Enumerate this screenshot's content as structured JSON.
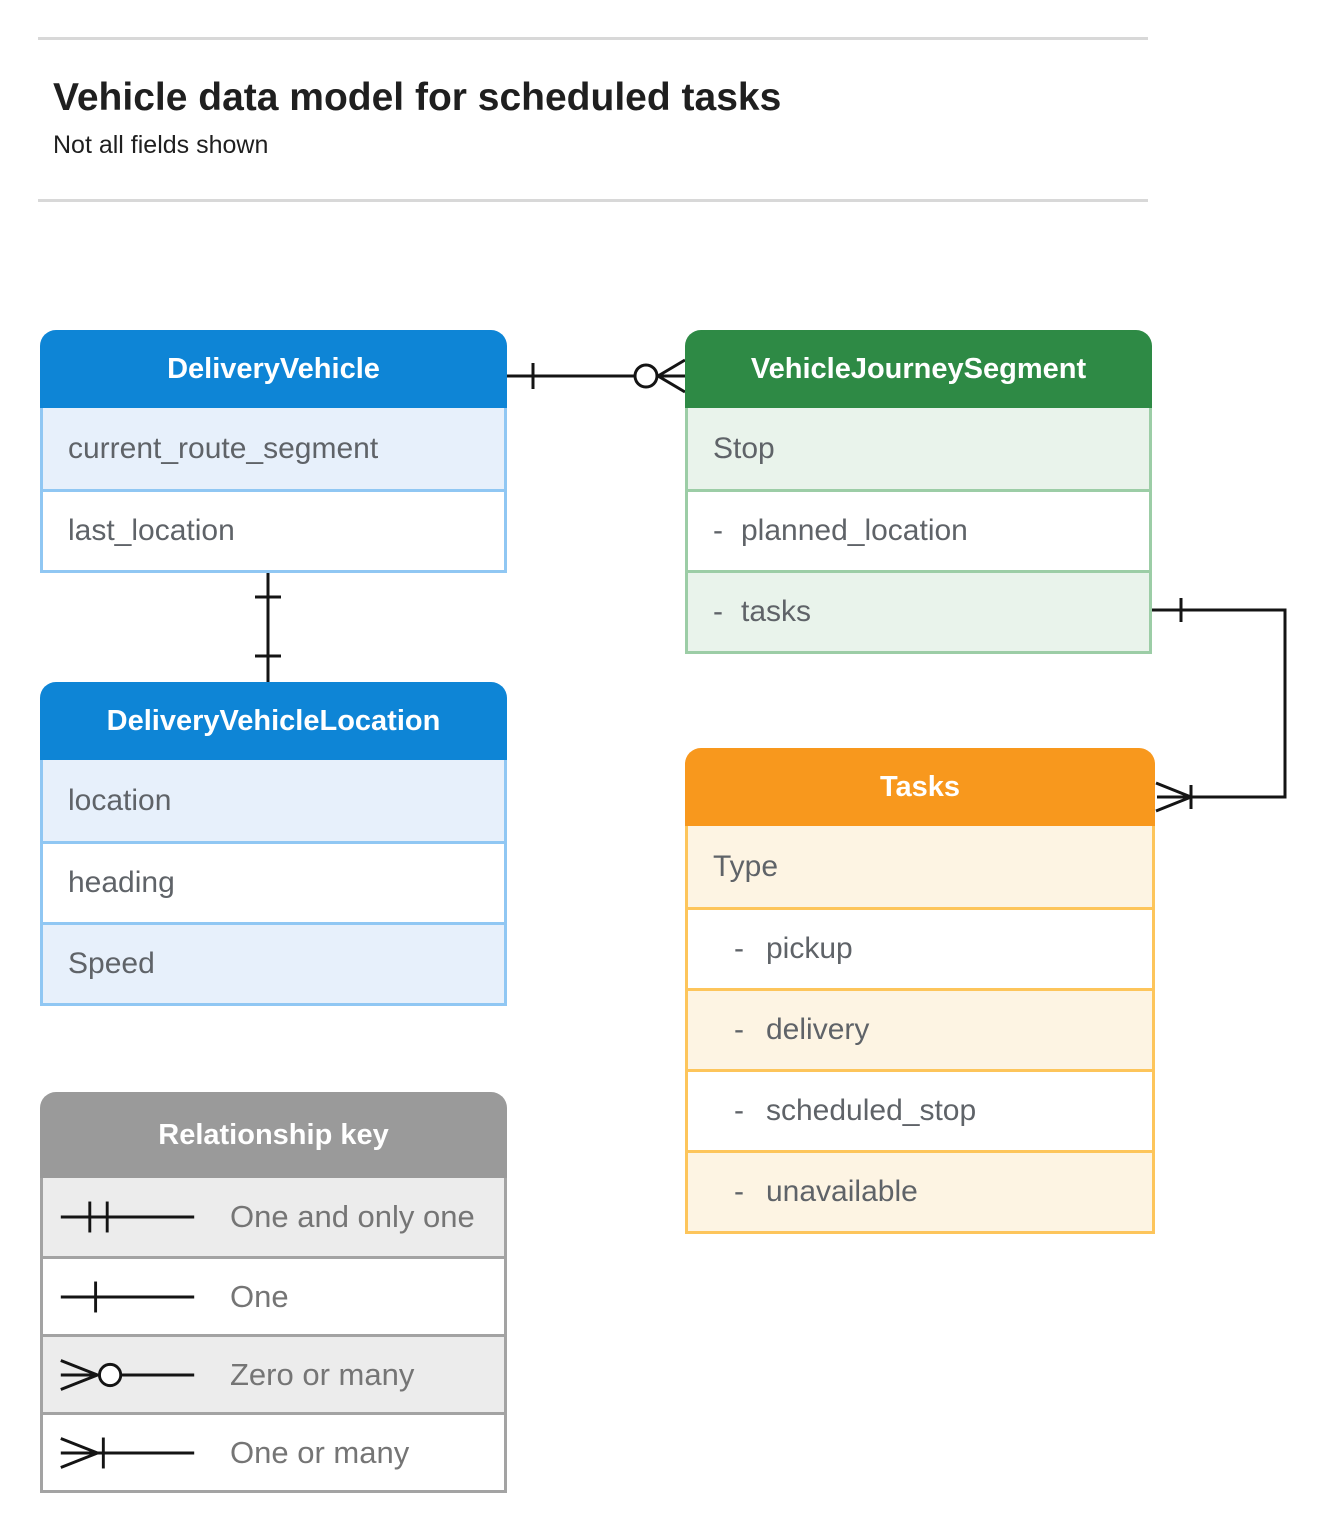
{
  "page": {
    "title": "Vehicle data model for scheduled tasks",
    "subtitle": "Not all fields shown"
  },
  "entities": {
    "delivery_vehicle": {
      "title": "DeliveryVehicle",
      "rows": [
        {
          "label": "current_route_segment"
        },
        {
          "label": "last_location"
        }
      ]
    },
    "vehicle_journey_segment": {
      "title": "VehicleJourneySegment",
      "rows": [
        {
          "label": "Stop"
        },
        {
          "prefix": "-",
          "label": "planned_location"
        },
        {
          "prefix": "-",
          "label": "tasks"
        }
      ]
    },
    "delivery_vehicle_location": {
      "title": "DeliveryVehicleLocation",
      "rows": [
        {
          "label": "location"
        },
        {
          "label": "heading"
        },
        {
          "label": "Speed"
        }
      ]
    },
    "tasks": {
      "title": "Tasks",
      "rows": [
        {
          "label": "Type"
        },
        {
          "prefix": "-",
          "label": "pickup"
        },
        {
          "prefix": "-",
          "label": "delivery"
        },
        {
          "prefix": "-",
          "label": "scheduled_stop"
        },
        {
          "prefix": "-",
          "label": "unavailable"
        }
      ]
    }
  },
  "legend": {
    "title": "Relationship key",
    "items": [
      {
        "symbol": "one-and-only-one",
        "label": "One and only one"
      },
      {
        "symbol": "one",
        "label": "One"
      },
      {
        "symbol": "zero-or-many",
        "label": "Zero or many"
      },
      {
        "symbol": "one-or-many",
        "label": "One or many"
      }
    ]
  },
  "relationships": [
    {
      "from": "DeliveryVehicle",
      "from_cardinality": "one",
      "to": "VehicleJourneySegment",
      "to_cardinality": "zero or many"
    },
    {
      "from": "DeliveryVehicle",
      "from_cardinality": "one",
      "to": "DeliveryVehicleLocation",
      "to_cardinality": "one"
    },
    {
      "from": "VehicleJourneySegment.tasks",
      "from_cardinality": "one",
      "to": "Tasks",
      "to_cardinality": "one or many"
    }
  ],
  "colors": {
    "blue": "#0e85d6",
    "blue_tint": "#e7f0fb",
    "blue_border": "#90c7f3",
    "green": "#2e8a45",
    "green_tint": "#e9f3eb",
    "green_border": "#9ccda6",
    "orange": "#f8981d",
    "orange_tint": "#fdf4e3",
    "orange_border": "#fdc55b",
    "gray": "#9a9a9a",
    "gray_tint": "#ececec",
    "gray_border": "#a3a3a3",
    "title_text": "#1f1f1f",
    "row_text": "#5f6368",
    "key_text": "#757575",
    "line": "#141414",
    "rule": "#d8d8d8"
  }
}
